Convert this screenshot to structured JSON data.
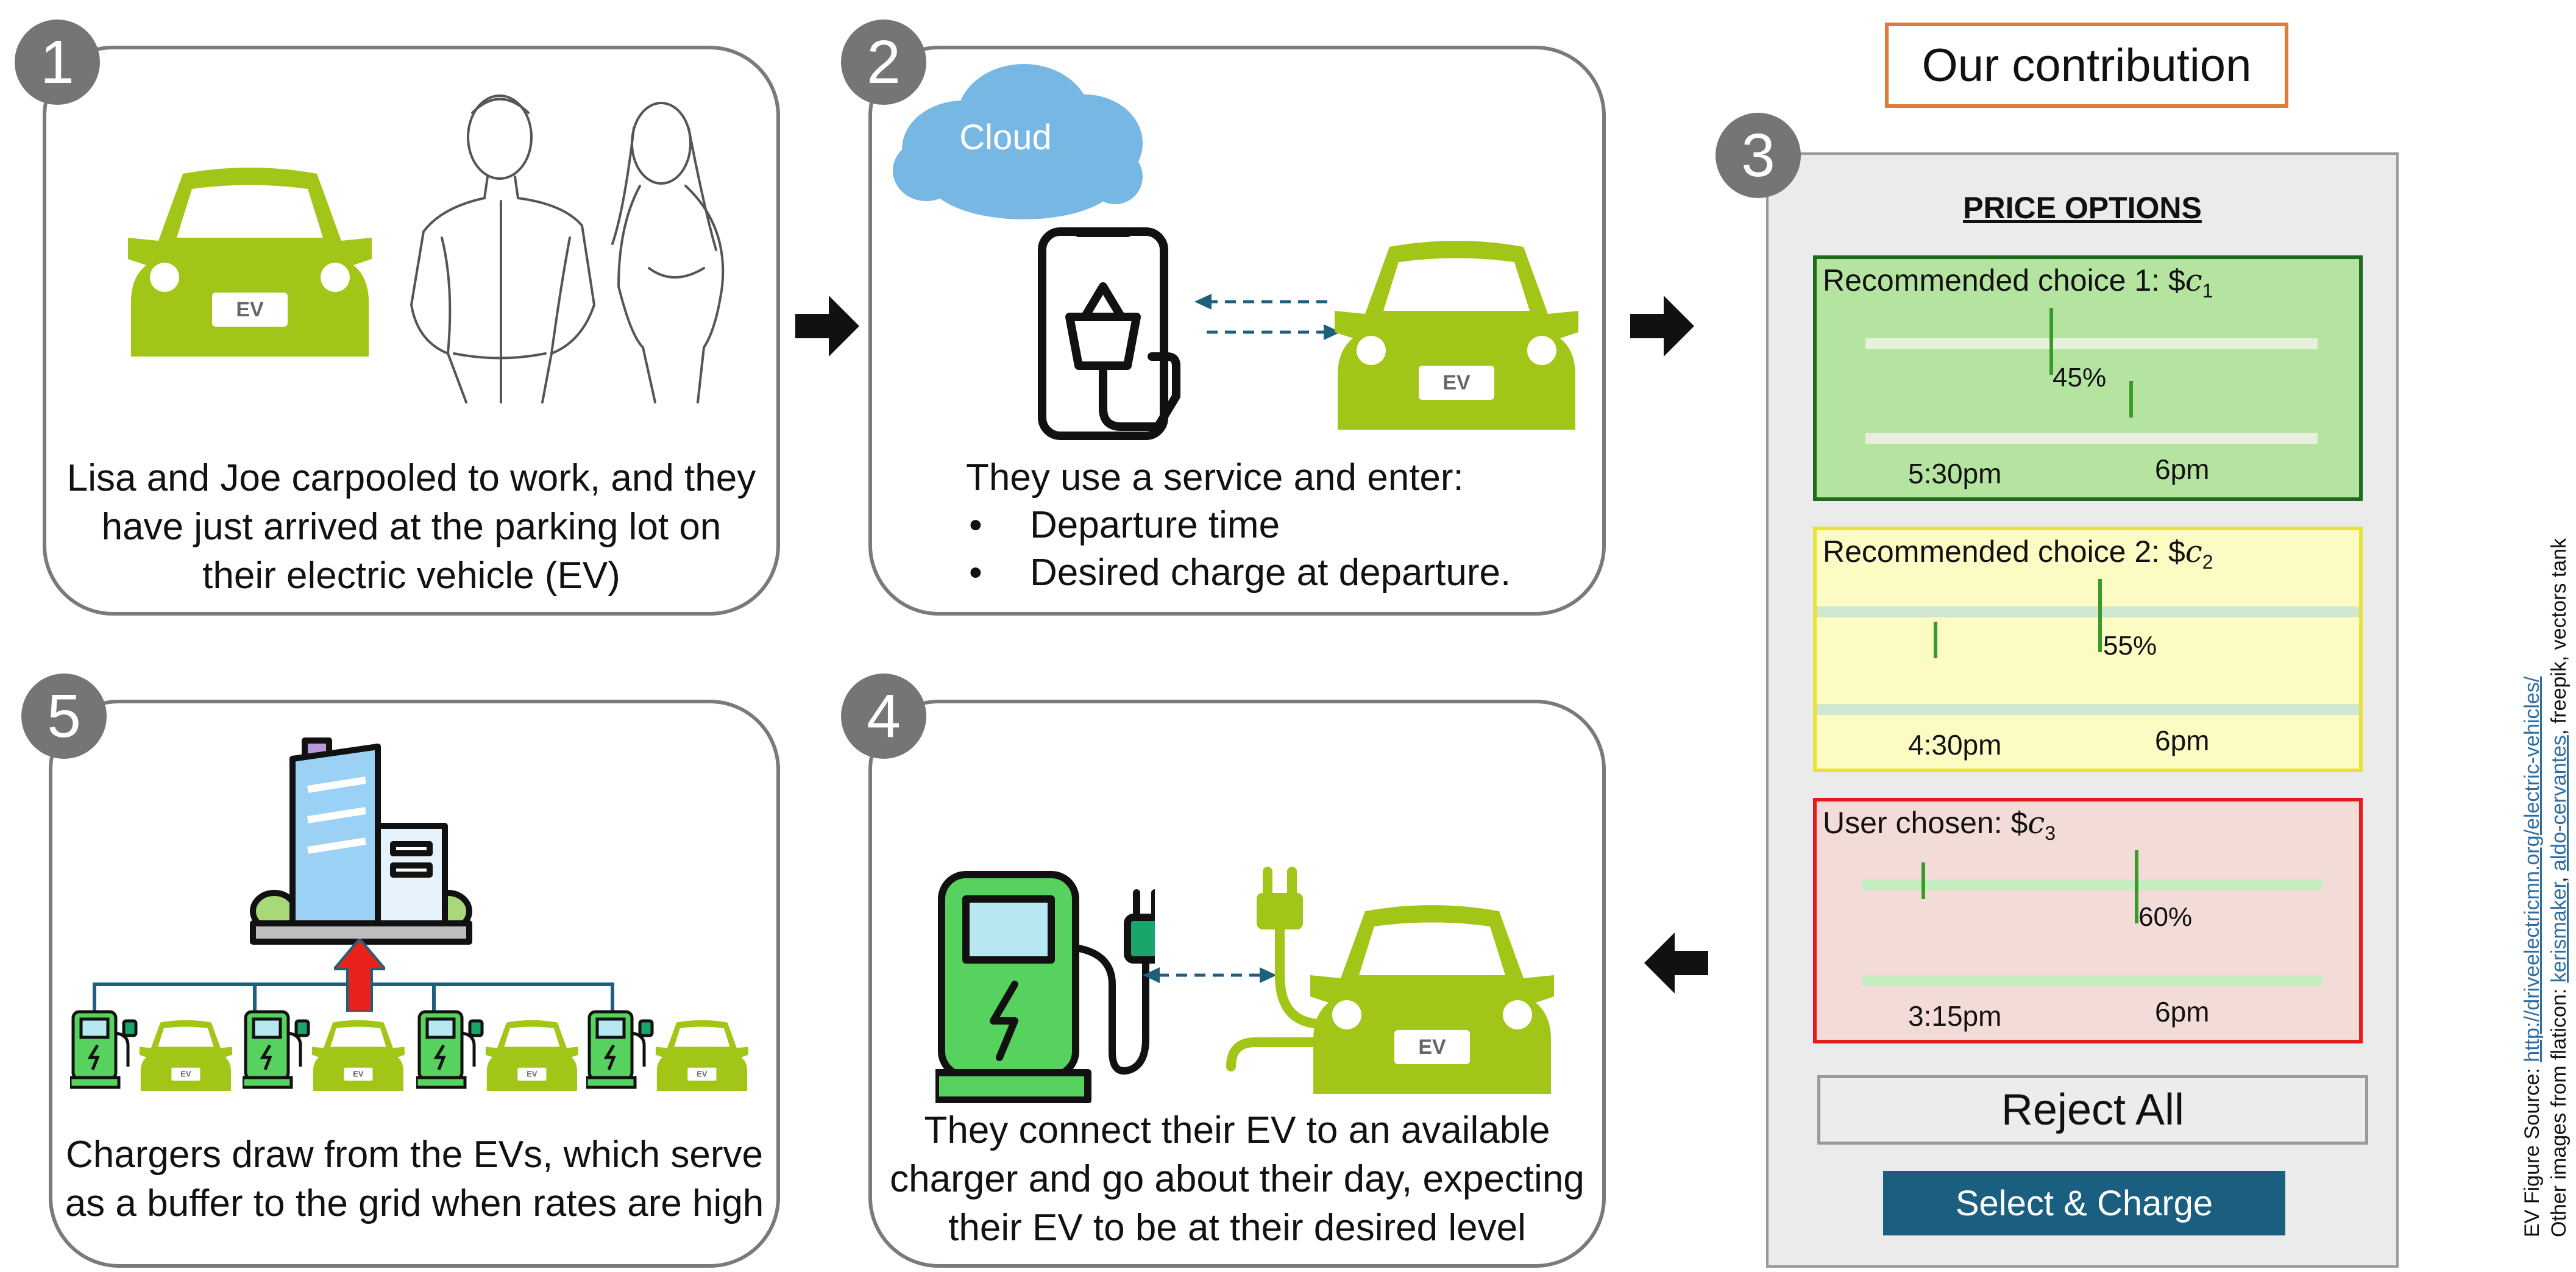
{
  "panel1": {
    "number": "1",
    "caption_lines": [
      "Lisa and Joe carpooled to work, and they",
      "have just arrived at the parking lot on",
      "their electric vehicle (EV)"
    ],
    "car_label": "EV"
  },
  "panel2": {
    "number": "2",
    "cloud_label": "Cloud",
    "car_label": "EV",
    "caption": "They use a service and enter:",
    "bullets": [
      "Departure time",
      "Desired charge at departure."
    ]
  },
  "panel3": {
    "number": "3",
    "contribution_label": "Our contribution",
    "title": "PRICE OPTIONS",
    "options": [
      {
        "label": "Recommended choice 1: $",
        "cost_var": "c",
        "cost_sub": "1",
        "percent": "45%",
        "start_time": "5:30pm",
        "end_time": "6pm",
        "bg": "#b5e3a0",
        "border": "#1e6b1e",
        "bar": "#e6f0dc"
      },
      {
        "label": "Recommended choice 2: $",
        "cost_var": "c",
        "cost_sub": "2",
        "percent": "55%",
        "start_time": "4:30pm",
        "end_time": "6pm",
        "bg": "#fbfbc3",
        "border": "#e9e23a",
        "bar": "#cfe8cf"
      },
      {
        "label": "User chosen: $",
        "cost_var": "c",
        "cost_sub": "3",
        "percent": "60%",
        "start_time": "3:15pm",
        "end_time": "6pm",
        "bg": "#f3dcd8",
        "border": "#e31b1b",
        "bar": "#c6ecc1"
      }
    ],
    "reject_label": "Reject All",
    "select_label": "Select & Charge"
  },
  "panel4": {
    "number": "4",
    "caption_lines": [
      "They connect their EV to an available",
      "charger and go about their day, expecting",
      "their EV to be at their desired level"
    ],
    "car_label": "EV"
  },
  "panel5": {
    "number": "5",
    "caption_lines": [
      "Chargers draw from the EVs, which serve",
      "as a buffer to the grid when rates are high"
    ],
    "car_label": "EV"
  },
  "credits": {
    "line1_prefix": "EV Figure Source: ",
    "line1_link": "http://driveelectricmn.org/electric-vehicles/",
    "line2_prefix": "Other images from flaticon: ",
    "line2_link1": "kerismaker",
    "line2_sep": ", ",
    "line2_link2": "aldo-cervantes",
    "line2_suffix": ", freepik, vectors tank"
  },
  "colors": {
    "ev_green": "#a2c617",
    "charger_green": "#57d25e",
    "arrow": "#111111",
    "dashed_link": "#1e5f7c",
    "accent_orange": "#e07b39"
  }
}
